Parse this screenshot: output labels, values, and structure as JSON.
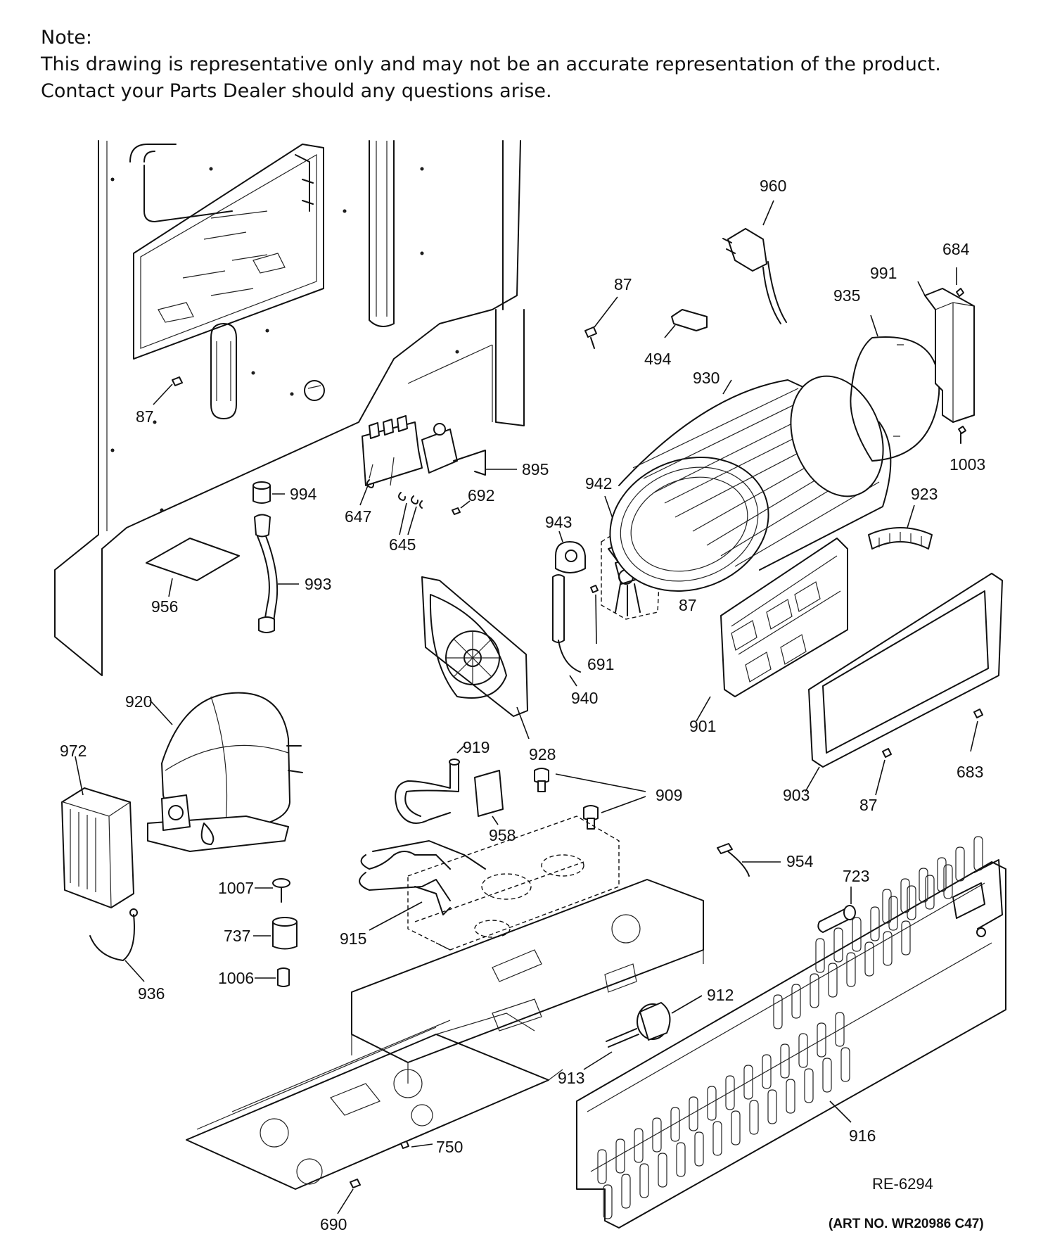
{
  "note": {
    "heading": "Note:",
    "line1": "This drawing is representative only and may not be an accurate representation of the product.",
    "line2": "Contact your Parts Dealer should any questions arise."
  },
  "diagram_ref": "RE-6294",
  "art_number": "(ART NO. WR20986 C47)",
  "callouts": [
    "960",
    "684",
    "991",
    "935",
    "87",
    "494",
    "930",
    "1003",
    "87",
    "895",
    "994",
    "647",
    "692",
    "645",
    "942",
    "923",
    "943",
    "956",
    "993",
    "87",
    "691",
    "940",
    "901",
    "928",
    "920",
    "972",
    "919",
    "909",
    "683",
    "958",
    "903",
    "87",
    "954",
    "723",
    "1007",
    "737",
    "915",
    "1006",
    "936",
    "912",
    "913",
    "916",
    "750",
    "690"
  ]
}
